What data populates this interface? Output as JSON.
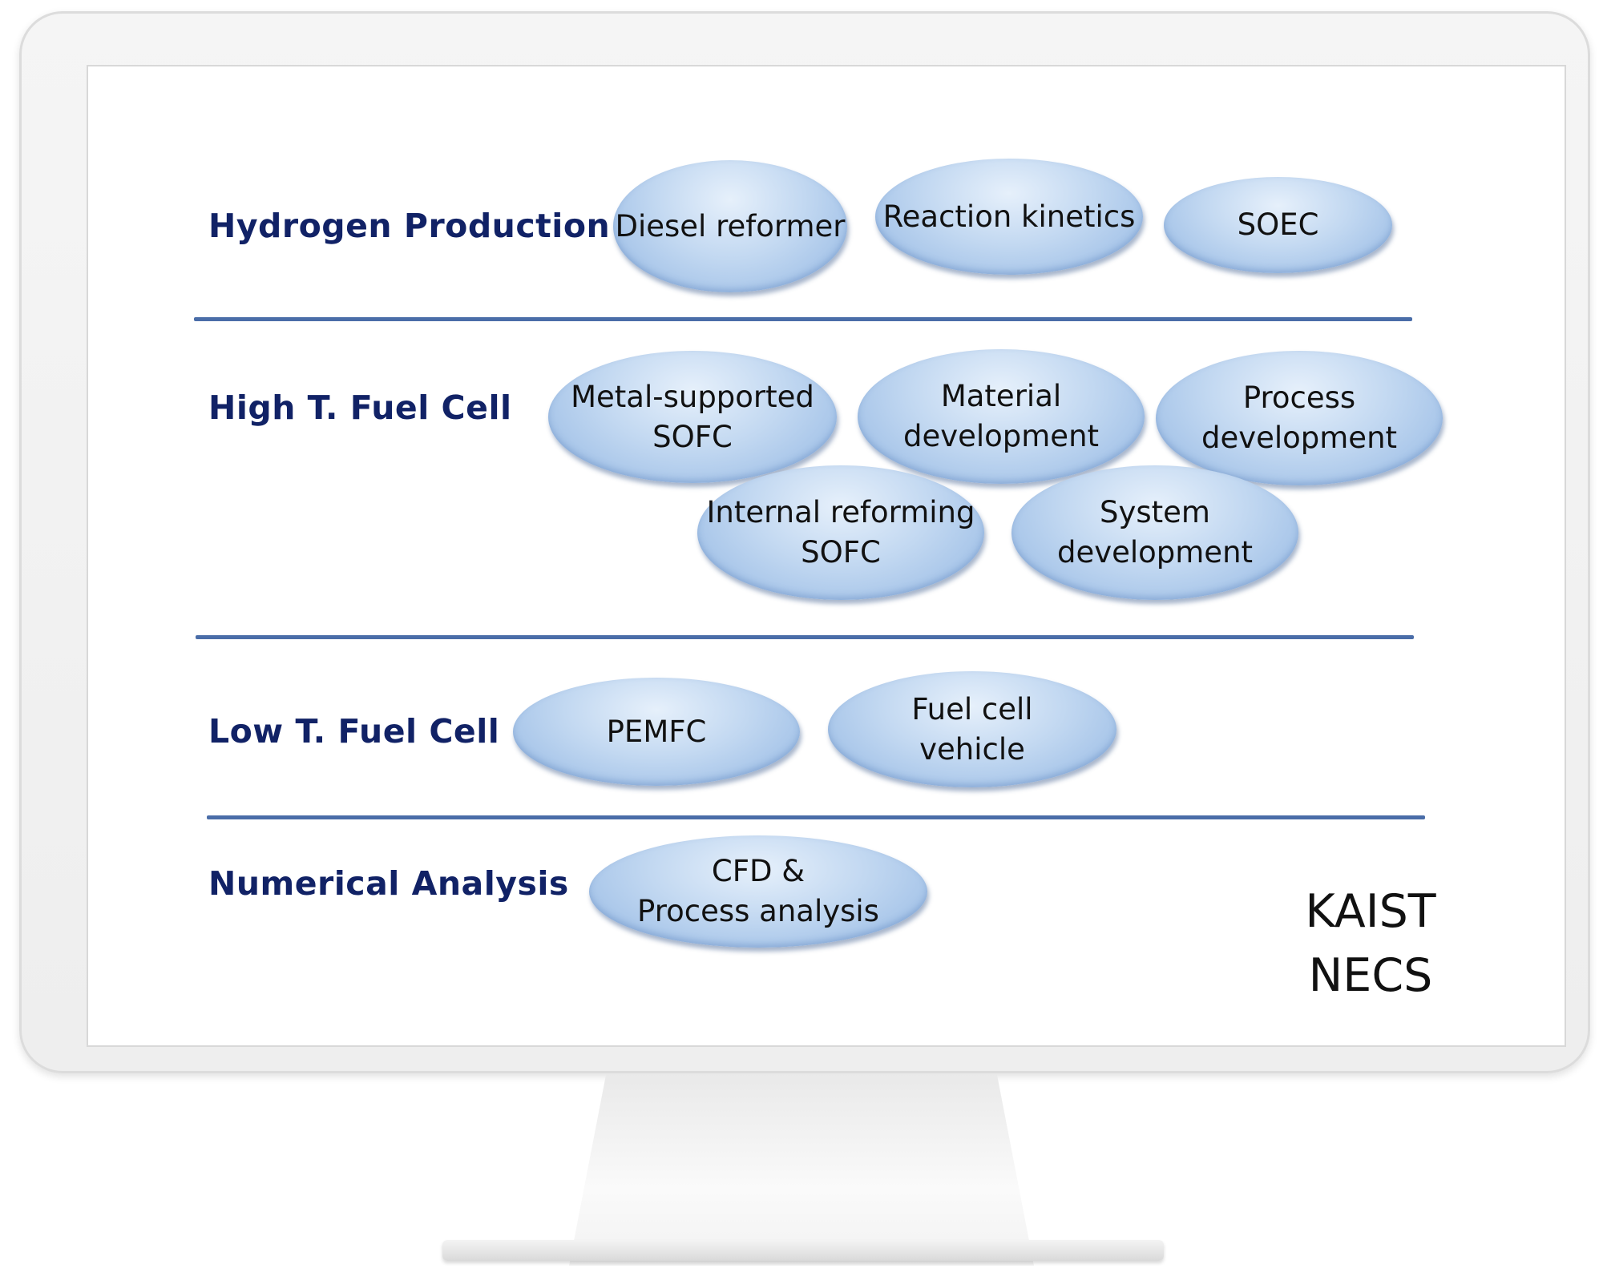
{
  "categories": [
    {
      "label": "Hydrogen Production",
      "topics": [
        "Diesel reformer",
        "Reaction kinetics",
        "SOEC"
      ]
    },
    {
      "label": "High T. Fuel Cell",
      "topics": [
        "Metal-supported\nSOFC",
        "Material\ndevelopment",
        "Process\ndevelopment",
        "Internal reforming\nSOFC",
        "System\ndevelopment"
      ]
    },
    {
      "label": "Low T. Fuel Cell",
      "topics": [
        "PEMFC",
        "Fuel cell\nvehicle"
      ]
    },
    {
      "label": "Numerical Analysis",
      "topics": [
        "CFD &\nProcess analysis"
      ]
    }
  ],
  "brand": "KAIST\nNECS",
  "colors": {
    "category_text": "#112266",
    "divider": "#4a6da8",
    "ellipse_fill": "#c2d8f1"
  }
}
